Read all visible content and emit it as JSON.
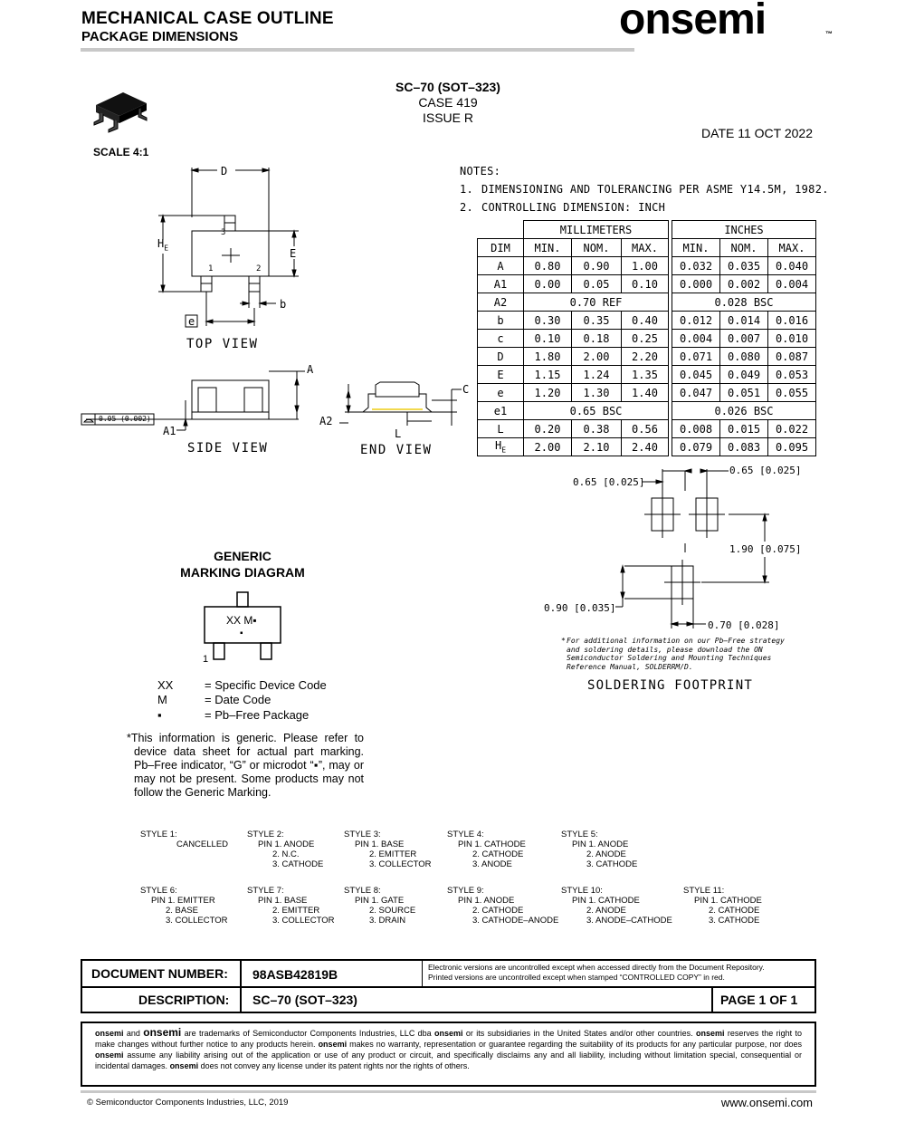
{
  "header": {
    "title": "MECHANICAL CASE OUTLINE",
    "subtitle": "PACKAGE DIMENSIONS",
    "logo": "onsemi"
  },
  "package": {
    "name": "SC–70 (SOT–323)",
    "case": "CASE 419",
    "issue": "ISSUE R",
    "date": "DATE 11 OCT 2022",
    "scale": "SCALE 4:1"
  },
  "notes": {
    "heading": "NOTES:",
    "items": [
      {
        "num": "1.",
        "text": "DIMENSIONING AND TOLERANCING PER ASME Y14.5M, 1982."
      },
      {
        "num": "2.",
        "text": "CONTROLLING DIMENSION: INCH"
      }
    ]
  },
  "drawing_labels": {
    "top_view": "TOP VIEW",
    "side_view": "SIDE VIEW",
    "end_view": "END VIEW",
    "D": "D",
    "E": "E",
    "HE": "H",
    "HE_sub": "E",
    "b": "b",
    "e": "e",
    "A": "A",
    "A1": "A1",
    "A2": "A2",
    "L": "L",
    "c": "C",
    "pin1": "1",
    "pin2": "2",
    "pin3": "3",
    "flatness": "0.05 (0.002)"
  },
  "dimension_table": {
    "group_mm": "MILLIMETERS",
    "group_in": "INCHES",
    "columns": [
      "DIM",
      "MIN.",
      "NOM.",
      "MAX.",
      "MIN.",
      "NOM.",
      "MAX."
    ],
    "rows": [
      [
        "A",
        "0.80",
        "0.90",
        "1.00",
        "0.032",
        "0.035",
        "0.040"
      ],
      [
        "A1",
        "0.00",
        "0.05",
        "0.10",
        "0.000",
        "0.002",
        "0.004"
      ],
      [
        "A2",
        "0.70 REF",
        "0.028 BSC"
      ],
      [
        "b",
        "0.30",
        "0.35",
        "0.40",
        "0.012",
        "0.014",
        "0.016"
      ],
      [
        "c",
        "0.10",
        "0.18",
        "0.25",
        "0.004",
        "0.007",
        "0.010"
      ],
      [
        "D",
        "1.80",
        "2.00",
        "2.20",
        "0.071",
        "0.080",
        "0.087"
      ],
      [
        "E",
        "1.15",
        "1.24",
        "1.35",
        "0.045",
        "0.049",
        "0.053"
      ],
      [
        "e",
        "1.20",
        "1.30",
        "1.40",
        "0.047",
        "0.051",
        "0.055"
      ],
      [
        "e1",
        "0.65 BSC",
        "0.026 BSC"
      ],
      [
        "L",
        "0.20",
        "0.38",
        "0.56",
        "0.008",
        "0.015",
        "0.022"
      ],
      [
        "H",
        "2.00",
        "2.10",
        "2.40",
        "0.079",
        "0.083",
        "0.095"
      ]
    ],
    "he_sub": "E"
  },
  "footprint": {
    "dim_top_left": "0.65 [0.025]",
    "dim_top_right": "0.65 [0.025]",
    "dim_height": "1.90 [0.075]",
    "dim_pad_width": "0.90 [0.035]",
    "dim_pad_len": "0.70 [0.028]",
    "note_marker": "*",
    "note": "For additional information on our Pb–Free strategy and soldering details, please download the ON Semiconductor Soldering and Mounting Techniques Reference Manual, SOLDERRM/D.",
    "title": "SOLDERING FOOTPRINT"
  },
  "marking": {
    "title_line1": "GENERIC",
    "title_line2": "MARKING DIAGRAM",
    "chip_text": "XX M▪",
    "chip_dot": "▪",
    "pin_label": "1",
    "legend": [
      {
        "key": "XX",
        "value": "= Specific Device Code"
      },
      {
        "key": "M",
        "value": "= Date Code"
      },
      {
        "key": "▪",
        "value": "= Pb–Free Package"
      }
    ],
    "note": "*This information is generic. Please refer to device data sheet for actual part marking. Pb–Free indicator, “G” or microdot “▪”, may or may not be present. Some products may not follow the Generic Marking."
  },
  "styles": [
    {
      "title": "STYLE 1:",
      "lines": [
        "CANCELLED"
      ]
    },
    {
      "title": "STYLE 2:",
      "lines": [
        "PIN 1. ANODE",
        "2. N.C.",
        "3. CATHODE"
      ]
    },
    {
      "title": "STYLE 3:",
      "lines": [
        "PIN 1. BASE",
        "2. EMITTER",
        "3. COLLECTOR"
      ]
    },
    {
      "title": "STYLE 4:",
      "lines": [
        "PIN 1. CATHODE",
        "2. CATHODE",
        "3. ANODE"
      ]
    },
    {
      "title": "STYLE 5:",
      "lines": [
        "PIN 1. ANODE",
        "2. ANODE",
        "3. CATHODE"
      ]
    },
    {
      "title": "STYLE 6:",
      "lines": [
        "PIN 1. EMITTER",
        "2. BASE",
        "3. COLLECTOR"
      ]
    },
    {
      "title": "STYLE 7:",
      "lines": [
        "PIN 1. BASE",
        "2. EMITTER",
        "3. COLLECTOR"
      ]
    },
    {
      "title": "STYLE 8:",
      "lines": [
        "PIN 1. GATE",
        "2. SOURCE",
        "3. DRAIN"
      ]
    },
    {
      "title": "STYLE 9:",
      "lines": [
        "PIN 1. ANODE",
        "2. CATHODE",
        "3. CATHODE–ANODE"
      ]
    },
    {
      "title": "STYLE 10:",
      "lines": [
        "PIN 1. CATHODE",
        "2. ANODE",
        "3. ANODE–CATHODE"
      ]
    },
    {
      "title": "STYLE 11:",
      "lines": [
        "PIN 1. CATHODE",
        "2. CATHODE",
        "3. CATHODE"
      ]
    }
  ],
  "document": {
    "number_label": "DOCUMENT NUMBER:",
    "number": "98ASB42819B",
    "description_label": "DESCRIPTION:",
    "description": "SC–70 (SOT–323)",
    "control_note_1": "Electronic versions are uncontrolled except when accessed directly from the Document Repository.",
    "control_note_2": "Printed versions are uncontrolled except when stamped “CONTROLLED COPY” in red.",
    "page": "PAGE 1 OF 1"
  },
  "disclaimer": {
    "brand_1": "onsemi",
    "and": " and ",
    "brand_logo": "onsemi",
    "text_1": " are trademarks of Semiconductor Components Industries, LLC dba ",
    "brand_2": "onsemi",
    "text_2": " or its subsidiaries in the United States and/or other countries. ",
    "brand_3": "onsemi",
    "text_3": " reserves the right to make changes without further notice to any products herein. ",
    "brand_4": "onsemi",
    "text_4": " makes no warranty, representation or guarantee regarding the suitability of its products for any particular purpose, nor does ",
    "brand_5": "onsemi",
    "text_5": " assume any liability arising out of the application or use of any product or circuit, and specifically disclaims any and all liability, including without limitation special, consequential or incidental damages. ",
    "brand_6": "onsemi",
    "text_6": " does not convey any license under its patent rights nor the rights of others."
  },
  "footer": {
    "copyright": "©  Semiconductor Components Industries, LLC, 2019",
    "website": "www.onsemi.com"
  },
  "colors": {
    "rule_gray": "#c8c8c8",
    "end_view_highlight": "#f2d94e"
  }
}
